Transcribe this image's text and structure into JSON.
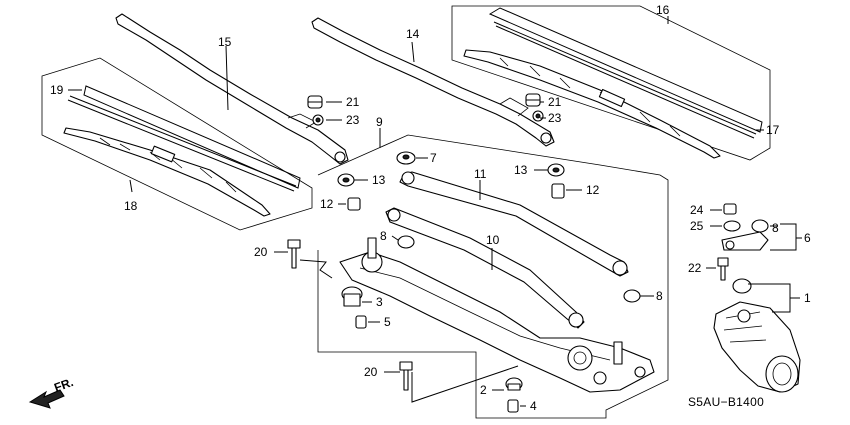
{
  "diagram_code": "S5AU−B1400",
  "direction_label": "FR.",
  "callouts": [
    "1",
    "2",
    "3",
    "4",
    "5",
    "6",
    "7",
    "8",
    "9",
    "10",
    "11",
    "12",
    "13",
    "14",
    "15",
    "16",
    "17",
    "18",
    "19",
    "20",
    "21",
    "22",
    "23",
    "24",
    "25"
  ],
  "callout_names": [
    "callout-1",
    "callout-2",
    "callout-3",
    "callout-4",
    "callout-5",
    "callout-6",
    "callout-7",
    "callout-8a",
    "callout-9",
    "callout-10",
    "callout-11",
    "callout-12a",
    "callout-13a",
    "callout-14",
    "callout-15",
    "callout-16",
    "callout-17",
    "callout-18",
    "callout-19",
    "callout-20a",
    "callout-21a",
    "callout-22",
    "callout-23a",
    "callout-24",
    "callout-25"
  ],
  "extra_callouts": [
    {
      "name": "callout-8b",
      "text": "8"
    },
    {
      "name": "callout-8c",
      "text": "8"
    },
    {
      "name": "callout-12b",
      "text": "12"
    },
    {
      "name": "callout-13b",
      "text": "13"
    },
    {
      "name": "callout-20b",
      "text": "20"
    },
    {
      "name": "callout-21b",
      "text": "21"
    },
    {
      "name": "callout-23b",
      "text": "23"
    }
  ]
}
